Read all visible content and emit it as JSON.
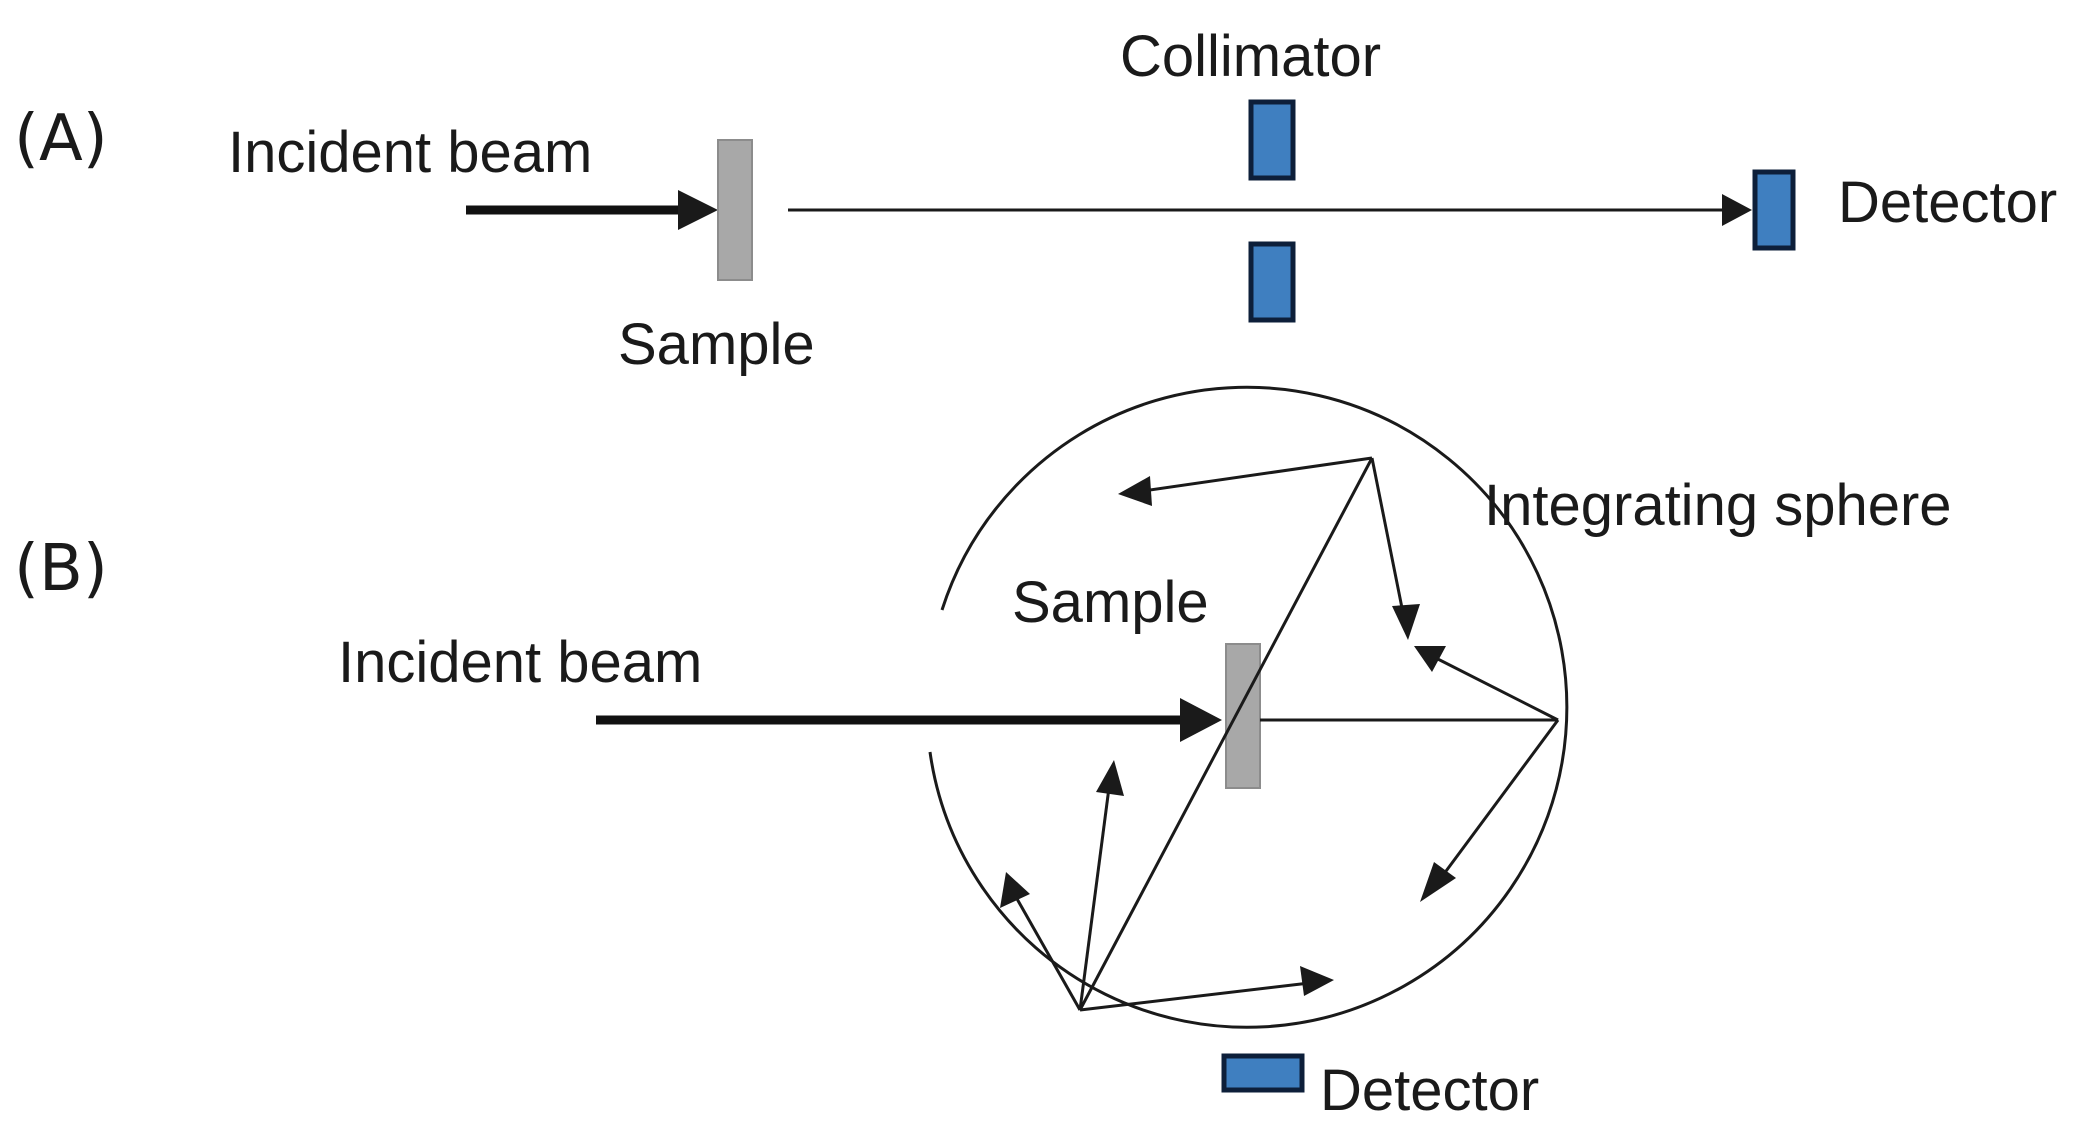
{
  "panel_a": {
    "panel_label": "(A)",
    "incident_beam_label": "Incident beam",
    "sample_label": "Sample",
    "collimator_label": "Collimator",
    "detector_label": "Detector"
  },
  "panel_b": {
    "panel_label": "(B)",
    "incident_beam_label": "Incident beam",
    "sample_label": "Sample",
    "sphere_label": "Integrating sphere",
    "detector_label": "Detector"
  },
  "colors": {
    "detector_fill": "#3f7fc0",
    "detector_stroke": "#0d1f3a",
    "sample_fill": "#a8a8a8",
    "line": "#1a1a1a"
  }
}
